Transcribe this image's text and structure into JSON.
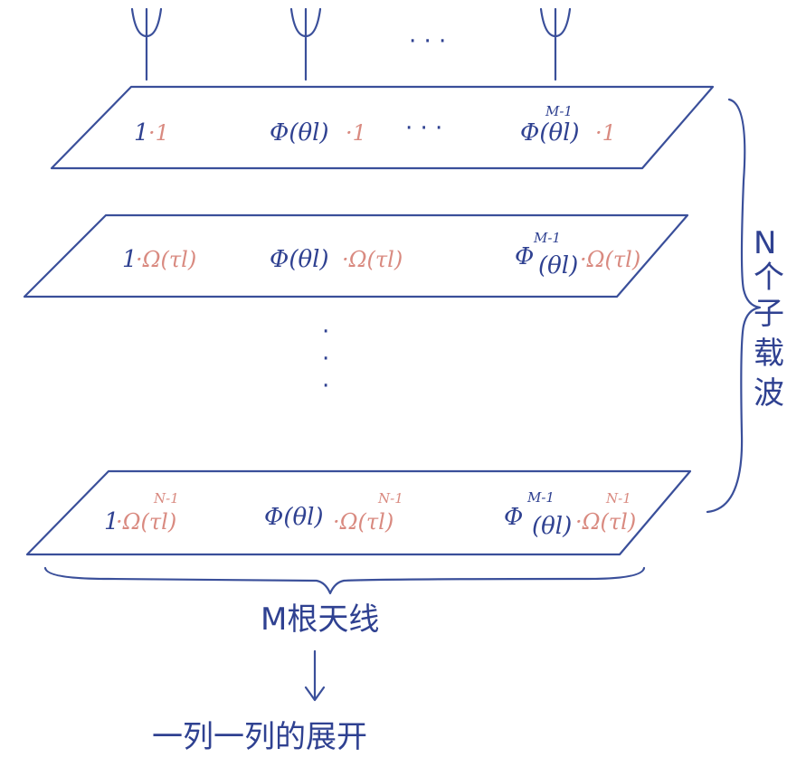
{
  "colors": {
    "ink": "#3a4f9a",
    "text_blue": "#2f4191",
    "text_red": "#d98a80"
  },
  "antenna": {
    "icon": "antenna-icon",
    "dots": "· · ·"
  },
  "layers": [
    {
      "cells": [
        {
          "base": "1",
          "sup": "",
          "phase": "·1",
          "phase_sup": ""
        },
        {
          "base": "Φ(θl)",
          "sup": "",
          "phase": "·1",
          "phase_sup": ""
        },
        {
          "base": "Φ(θl)",
          "sup": "M-1",
          "phase": "·1",
          "phase_sup": ""
        }
      ],
      "dots": "· · ·"
    },
    {
      "cells": [
        {
          "base": "1",
          "sup": "",
          "phase": "·Ω(τl)",
          "phase_sup": ""
        },
        {
          "base": "Φ(θl)",
          "sup": "",
          "phase": "·Ω(τl)",
          "phase_sup": ""
        },
        {
          "base": "(θl)",
          "sup": "M-1",
          "phase": "·Ω(τl)",
          "phase_sup": ""
        }
      ],
      "dots": ""
    },
    {
      "cells": [
        {
          "base": "1",
          "sup": "",
          "phase": "·Ω(τl)",
          "phase_sup": "N-1"
        },
        {
          "base": "Φ(θl)",
          "sup": "",
          "phase": "·Ω(τl)",
          "phase_sup": "N-1"
        },
        {
          "base": "(θl)",
          "sup": "M-1",
          "phase": "·Ω(τl)",
          "phase_sup": "N-1"
        }
      ],
      "dots": ""
    }
  ],
  "vertical_dots": [
    "·",
    "·",
    "·"
  ],
  "subcarrier_label": "N个子载波",
  "antenna_label": "M根天线",
  "bottom_text": "一列一列的展开"
}
